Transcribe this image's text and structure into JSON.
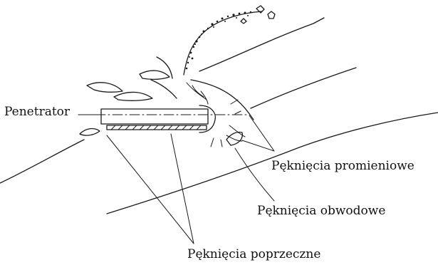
{
  "labels": {
    "penetrator": "Penetrator",
    "radial_cracks": "Pęknięcia promieniowe",
    "circumferential_cracks": "Pęknięcia obwodowe",
    "transverse_cracks": "Pęknięcia poprzeczne"
  }
}
